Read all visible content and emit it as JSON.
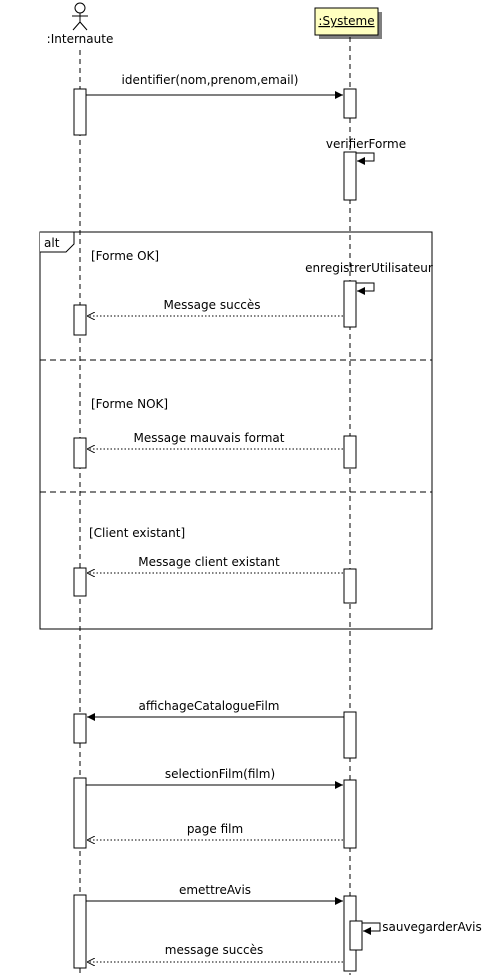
{
  "participants": {
    "internaute": {
      "name": ":Internaute"
    },
    "systeme": {
      "name": ":Systeme",
      "fill": "#ffffc0",
      "shadow": "#7f7f7f"
    }
  },
  "messages": {
    "identifier": "identifier(nom,prenom,email)",
    "verifier_forme": "verifierForme",
    "enregistrer_utilisateur": "enregistrerUtilisateur",
    "message_succes": "Message succès",
    "message_mauvais_format": "Message mauvais format",
    "message_client_existant": "Message client existant",
    "affichage_catalogue": "affichageCatalogueFilm",
    "selection_film": "selectionFilm(film)",
    "page_film": "page film",
    "emettre_avis": "emettreAvis",
    "sauvegarder_avis": "sauvegarderAvis",
    "message_succes_final": "message succès"
  },
  "alt_frame": {
    "operator": "alt",
    "guards": {
      "forme_ok": "[Forme OK]",
      "forme_nok": "[Forme NOK]",
      "client_existant": "[Client existant]"
    }
  }
}
